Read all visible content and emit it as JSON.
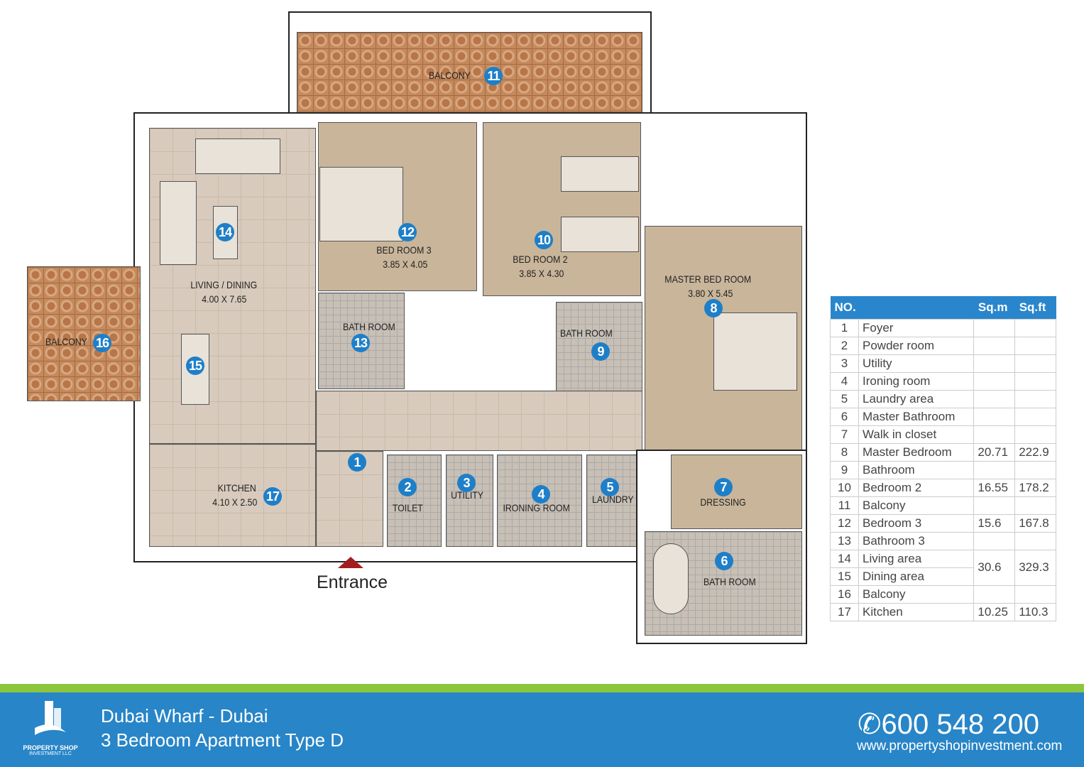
{
  "rooms": {
    "balcony_11": {
      "label": "BALCONY",
      "num": "11"
    },
    "bedroom_3": {
      "label": "BED ROOM 3",
      "dims": "3.85 X 4.05",
      "num": "12"
    },
    "bedroom_2": {
      "label": "BED ROOM 2",
      "dims": "3.85 X 4.30",
      "num": "10"
    },
    "master": {
      "label": "MASTER BED ROOM",
      "dims": "3.80 X 5.45",
      "num": "8"
    },
    "living": {
      "label": "LIVING / DINING",
      "dims": "4.00 X 7.65",
      "num_living": "14",
      "num_dining": "15"
    },
    "balcony_16": {
      "label": "BALCONY",
      "num": "16"
    },
    "bath_13": {
      "label": "BATH ROOM",
      "num": "13"
    },
    "bath_9": {
      "label": "BATH ROOM",
      "num": "9"
    },
    "foyer": {
      "num": "1"
    },
    "toilet": {
      "label": "TOILET",
      "num": "2"
    },
    "utility": {
      "label": "UTILITY",
      "num": "3"
    },
    "ironing": {
      "label": "IRONING ROOM",
      "num": "4"
    },
    "laundry": {
      "label": "LAUNDRY",
      "num": "5"
    },
    "dressing": {
      "label": "DRESSING",
      "num": "7"
    },
    "bath_6": {
      "label": "BATH ROOM",
      "num": "6"
    },
    "kitchen": {
      "label": "KITCHEN",
      "dims": "4.10 X 2.50",
      "num": "17"
    }
  },
  "entrance": "Entrance",
  "watermark": "PROPERTY SHOP INVESTMENT LLC",
  "table": {
    "headers": [
      "NO.",
      "Sq.m",
      "Sq.ft"
    ],
    "rows": [
      {
        "no": "1",
        "name": "Foyer",
        "sqm": "",
        "sqft": ""
      },
      {
        "no": "2",
        "name": "Powder room",
        "sqm": "",
        "sqft": ""
      },
      {
        "no": "3",
        "name": "Utility",
        "sqm": "",
        "sqft": ""
      },
      {
        "no": "4",
        "name": "Ironing room",
        "sqm": "",
        "sqft": ""
      },
      {
        "no": "5",
        "name": "Laundry area",
        "sqm": "",
        "sqft": ""
      },
      {
        "no": "6",
        "name": "Master Bathroom",
        "sqm": "",
        "sqft": ""
      },
      {
        "no": "7",
        "name": "Walk in closet",
        "sqm": "",
        "sqft": ""
      },
      {
        "no": "8",
        "name": "Master Bedroom",
        "sqm": "20.71",
        "sqft": "222.9"
      },
      {
        "no": "9",
        "name": "Bathroom",
        "sqm": "",
        "sqft": ""
      },
      {
        "no": "10",
        "name": "Bedroom 2",
        "sqm": "16.55",
        "sqft": "178.2"
      },
      {
        "no": "11",
        "name": "Balcony",
        "sqm": "",
        "sqft": ""
      },
      {
        "no": "12",
        "name": "Bedroom 3",
        "sqm": "15.6",
        "sqft": "167.8"
      },
      {
        "no": "13",
        "name": "Bathroom 3",
        "sqm": "",
        "sqft": ""
      },
      {
        "no": "14",
        "name": "Living area",
        "sqm": "30.6",
        "sqft": "329.3"
      },
      {
        "no": "15",
        "name": "Dining area",
        "sqm": "",
        "sqft": ""
      },
      {
        "no": "16",
        "name": "Balcony",
        "sqm": "",
        "sqft": ""
      },
      {
        "no": "17",
        "name": "Kitchen",
        "sqm": "10.25",
        "sqft": "110.3"
      }
    ]
  },
  "footer": {
    "logo_line1": "PROPERTY SHOP",
    "logo_line2": "INVESTMENT LLC",
    "project": "Dubai Wharf  - Dubai",
    "unit": "3 Bedroom Apartment Type D",
    "phone": "600 548 200",
    "website": "www.propertyshopinvestment.com"
  },
  "colors": {
    "brand_blue": "#2885c8",
    "accent_green": "#8cc63f",
    "marker_blue": "#1e7fc8"
  }
}
